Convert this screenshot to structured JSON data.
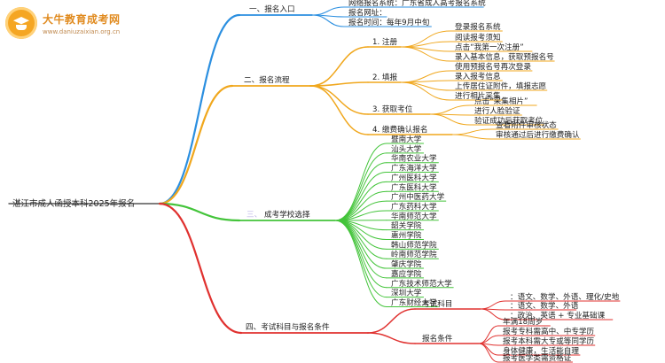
{
  "logo": {
    "title": "大牛教育成考网",
    "url": "www.daniuzaixian.org.cn"
  },
  "root": "湛江市成人函授本科2025年报名",
  "colors": {
    "b1": "#2b8fe0",
    "b2": "#f0a71d",
    "b3": "#43c43a",
    "b4": "#e0312f"
  },
  "branches": {
    "b1": {
      "label": "一、报名入口",
      "leaves": [
        "网络报名系统：广东省成人高考报名系统",
        "报名网址：",
        "报名时间：每年9月中旬"
      ]
    },
    "b2": {
      "label": "二、报名流程",
      "steps": [
        {
          "label": "1. 注册",
          "leaves": [
            "登录报名系统",
            "阅读报考须知",
            "点击“我第一次注册”",
            "录入基本信息，获取预报名号"
          ]
        },
        {
          "label": "2. 填报",
          "leaves": [
            "使用预报名号再次登录",
            "录入报考信息",
            "上传居住证附件，填报志愿",
            "进行相片采集"
          ]
        },
        {
          "label": "3. 获取考位",
          "leaves": [
            "点击“采集相片”",
            "进行人脸验证",
            "验证成功后获取考位"
          ]
        },
        {
          "label": "4. 缴费确认报名",
          "leaves": [
            "查看附件审核状态",
            "审核通过后进行缴费确认"
          ]
        }
      ]
    },
    "b3": {
      "label_num": "三、",
      "label_text": "成考学校选择",
      "schools": [
        "暨南大学",
        "汕头大学",
        "华南农业大学",
        "广东海洋大学",
        "广州医科大学",
        "广东医科大学",
        "广州中医药大学",
        "广东药科大学",
        "华南师范大学",
        "韶关学院",
        "惠州学院",
        "韩山师范学院",
        "岭南师范学院",
        "肇庆学院",
        "嘉应学院",
        "广东技术师范大学",
        "深圳大学",
        "广东财经大学"
      ]
    },
    "b4": {
      "label": "四、考试科目与报名条件",
      "subjects": {
        "label": "考试科目",
        "leaves": [
          "：语文、数学、外语、理化/史地",
          "：语文、数学、外语",
          "：政治、英语 + 专业基础课"
        ]
      },
      "conditions": {
        "label": "报名条件",
        "leaves": [
          "年满18周岁",
          "报考专科需高中、中专学历",
          "报考本科需大专或等同学历",
          "身体健康，生活能自理",
          "报考医学类需资格证"
        ]
      }
    }
  }
}
